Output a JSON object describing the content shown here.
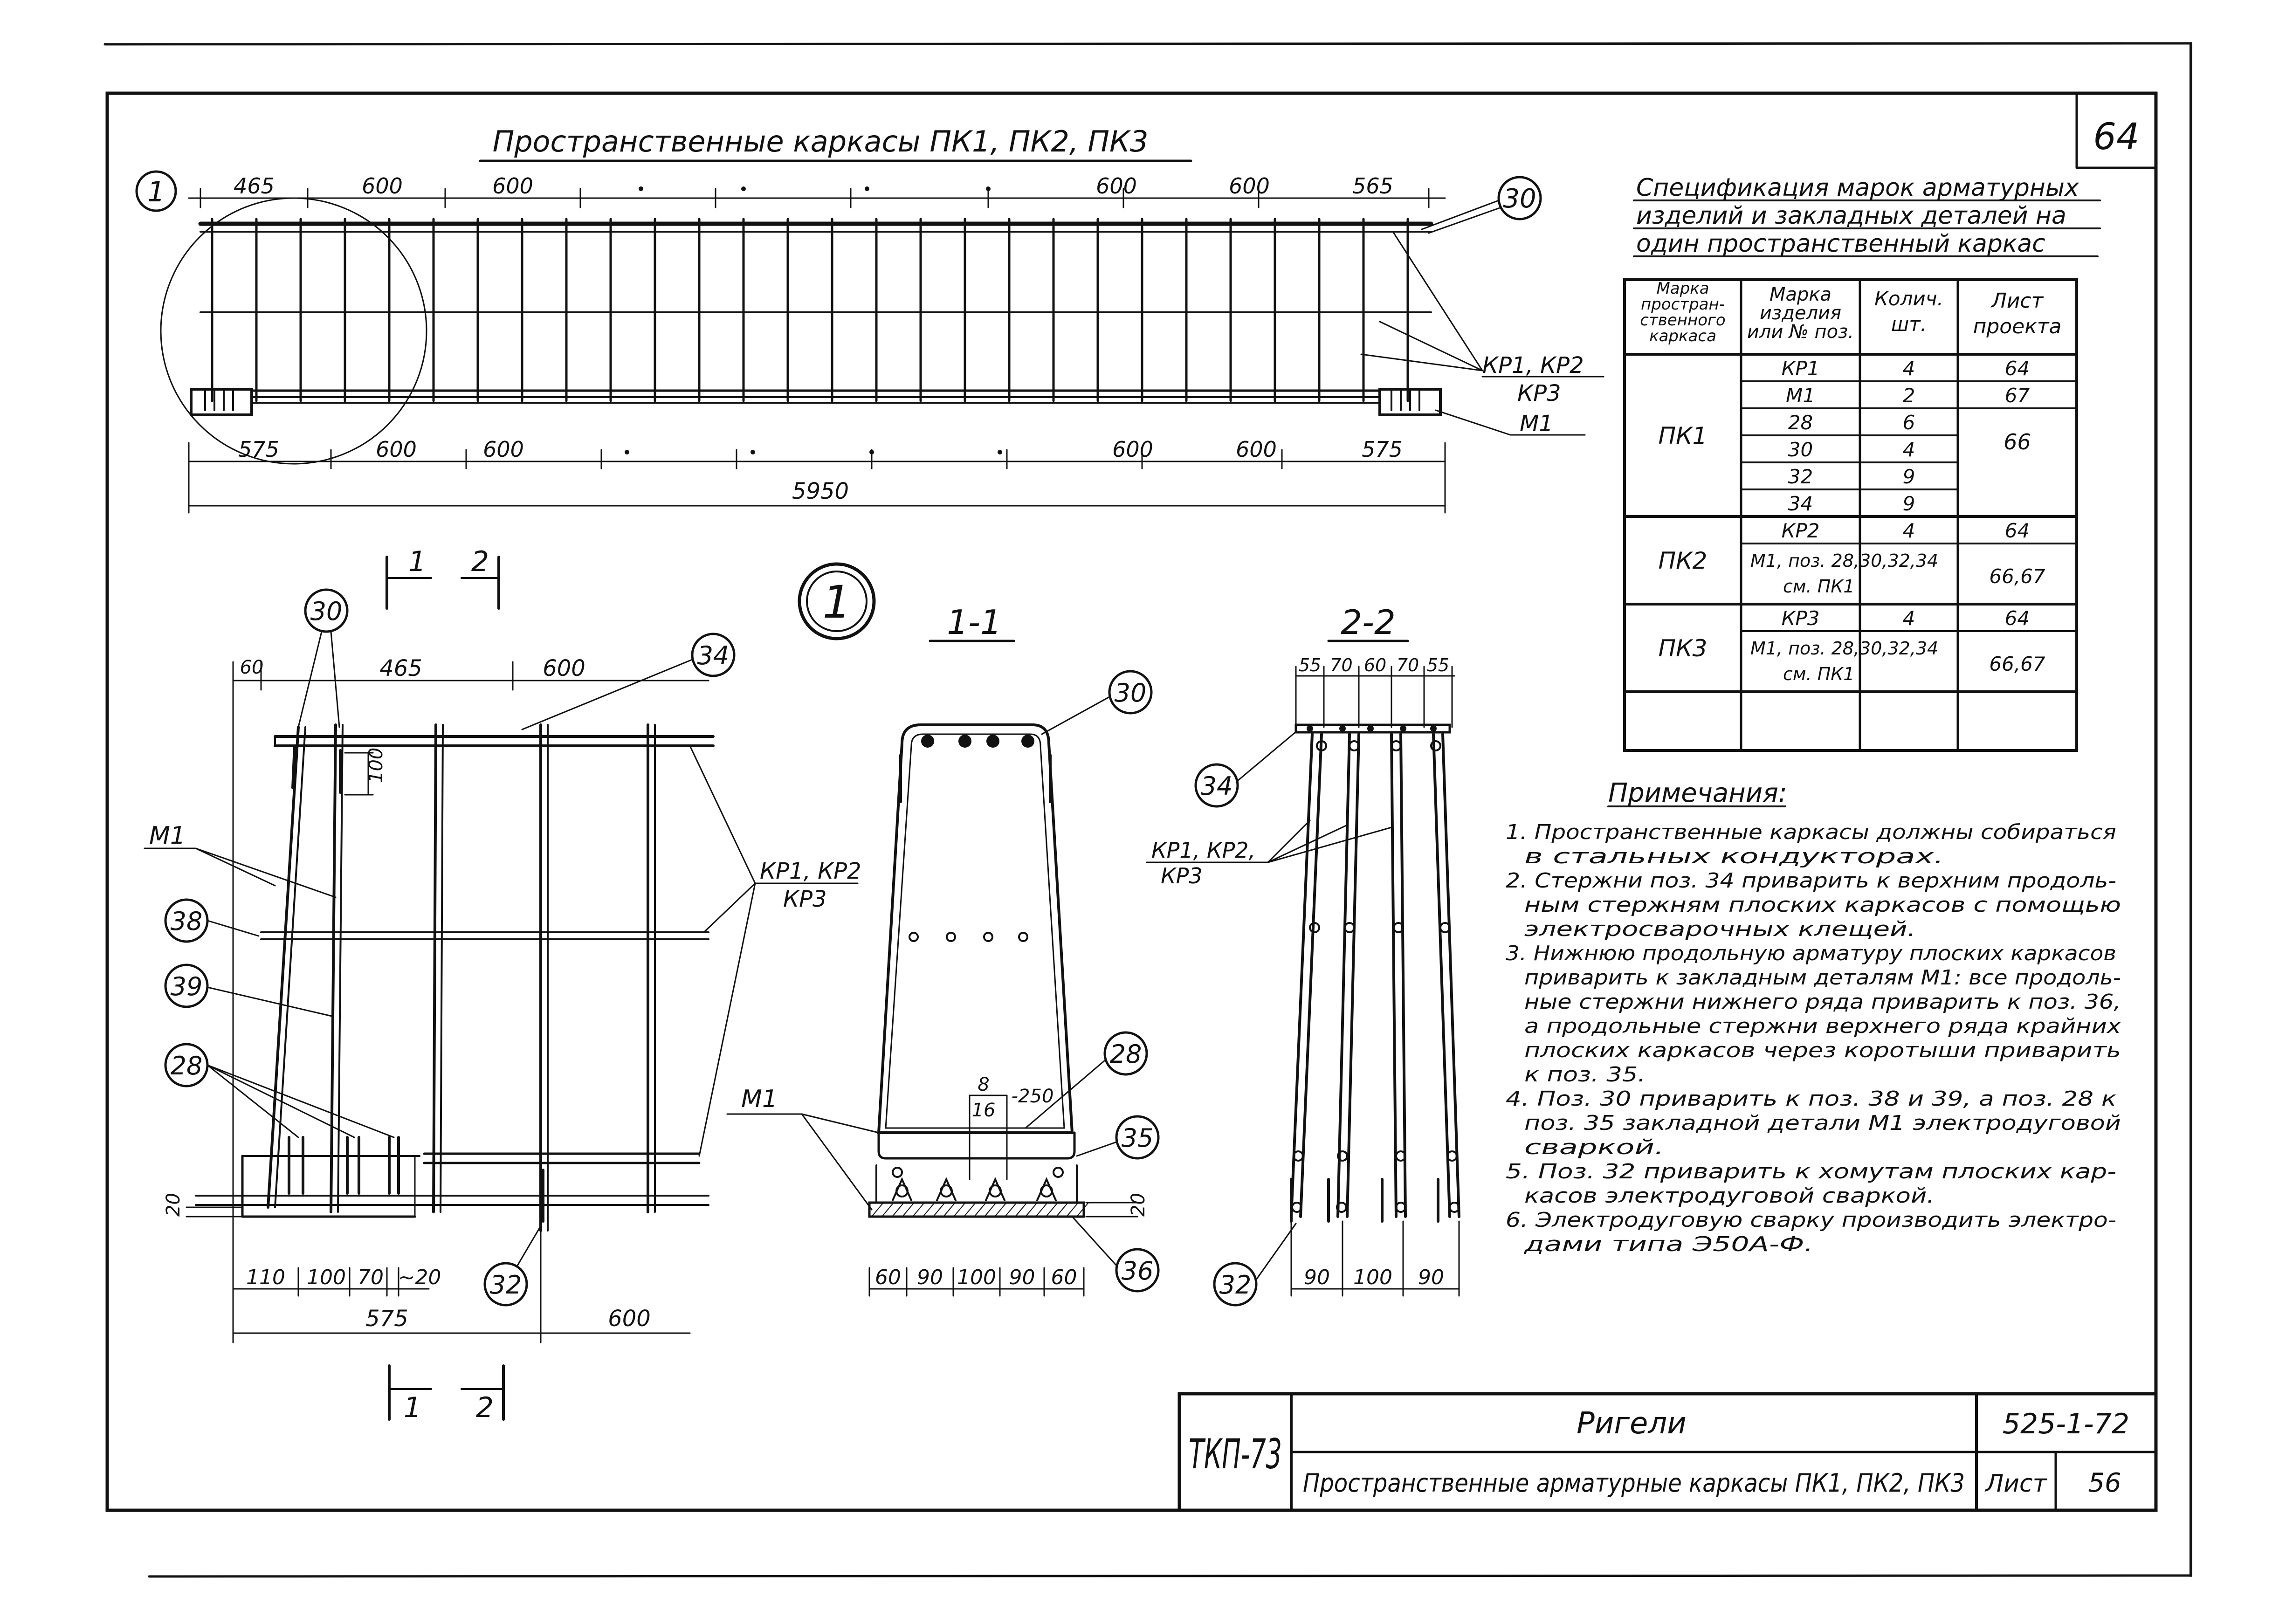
{
  "sheet_number_top": "64",
  "elevation": {
    "title": "Пространственные каркасы ПК1, ПК2, ПК3",
    "top_dims": [
      "465",
      "600",
      "600",
      "600",
      "600",
      "565"
    ],
    "bottom_dims": [
      "575",
      "600",
      "600",
      "600",
      "600",
      "575"
    ],
    "overall_dim": "5950",
    "detail_callout": "1",
    "tag_30": "30",
    "label_kp": "КР1, КР2",
    "label_kp3": "КР3",
    "label_m1": "М1"
  },
  "section_marks": {
    "top_1": "1",
    "top_2": "2",
    "bottom_1": "1",
    "bottom_2": "2"
  },
  "detail": {
    "dims_top": [
      "60",
      "465",
      "600"
    ],
    "dim_100": "100",
    "dim_20": "20",
    "dims_bottom": [
      "110",
      "100",
      "70",
      "~20"
    ],
    "dims_bottom2": [
      "575",
      "600"
    ],
    "label_m1": "М1",
    "label_kp": "КР1, КР2",
    "label_kp3": "КР3",
    "tags": [
      "30",
      "34",
      "38",
      "39",
      "28",
      "32"
    ]
  },
  "big_callout": "1",
  "section_1_1": {
    "title": "1-1",
    "tags": [
      "30",
      "28",
      "35",
      "36"
    ],
    "label_m1": "М1",
    "dim_8": "8",
    "dim_16": "16",
    "dim_250": "-250",
    "dim_20": "20",
    "dims_bottom": [
      "60",
      "90",
      "100",
      "90",
      "60"
    ]
  },
  "section_2_2": {
    "title": "2-2",
    "dims_top": [
      "55",
      "70",
      "60",
      "70",
      "55"
    ],
    "tags": [
      "34",
      "32"
    ],
    "label_kp": "КР1, КР2,",
    "label_kp3": "КР3",
    "dims_bottom": [
      "90",
      "100",
      "90"
    ]
  },
  "spec": {
    "title_lines": [
      "Спецификация марок арматурных",
      "изделий и закладных деталей на",
      "один пространственный каркас"
    ],
    "headers": [
      [
        "Марка",
        "простран-",
        "ственного",
        "каркаса"
      ],
      [
        "Марка",
        "изделия",
        "или № поз."
      ],
      [
        "Колич.",
        "шт."
      ],
      [
        "Лист",
        "проекта"
      ]
    ],
    "groups": [
      {
        "mark": "ПК1",
        "rows": [
          {
            "item": "КР1",
            "qty": "4",
            "sheet": "64"
          },
          {
            "item": "М1",
            "qty": "2",
            "sheet": "67"
          },
          {
            "item": "28",
            "qty": "6",
            "sheet": ""
          },
          {
            "item": "30",
            "qty": "4",
            "sheet": "66"
          },
          {
            "item": "32",
            "qty": "9",
            "sheet": ""
          },
          {
            "item": "34",
            "qty": "9",
            "sheet": ""
          }
        ]
      },
      {
        "mark": "ПК2",
        "rows": [
          {
            "item": "КР2",
            "qty": "4",
            "sheet": "64"
          }
        ],
        "note_lines": [
          "М1, поз. 28,30,32,34",
          "см. ПК1"
        ],
        "note_sheet": "66,67"
      },
      {
        "mark": "ПК3",
        "rows": [
          {
            "item": "КР3",
            "qty": "4",
            "sheet": "64"
          }
        ],
        "note_lines": [
          "М1, поз. 28,30,32,34",
          "см. ПК1"
        ],
        "note_sheet": "66,67"
      }
    ]
  },
  "notes": {
    "title": "Примечания:",
    "lines": [
      "1. Пространственные каркасы должны собираться",
      "   в стальных кондукторах.",
      "2. Стержни поз. 34 приварить к верхним продоль-",
      "   ным стержням плоских каркасов с помощью",
      "   электросварочных клещей.",
      "3. Нижнюю продольную арматуру плоских каркасов",
      "   приварить к закладным деталям М1: все продоль-",
      "   ные стержни нижнего ряда приварить к поз. 36,",
      "   а продольные стержни верхнего ряда крайних",
      "   плоских каркасов через коротыши приварить",
      "   к поз. 35.",
      "4. Поз. 30 приварить к поз. 38 и 39, а поз. 28 к",
      "   поз. 35 закладной детали М1 электродуговой",
      "   сваркой.",
      "5. Поз. 32 приварить к хомутам плоских кар-",
      "   касов электродуговой сваркой.",
      "6. Электродуговую сварку производить электро-",
      "   дами типа Э50А-Ф."
    ]
  },
  "title_block": {
    "series": "ТКП-73",
    "name": "Ригели",
    "code": "525-1-72",
    "subtitle": "Пространственные арматурные каркасы ПК1, ПК2, ПК3",
    "sheet_label": "Лист",
    "sheet_no": "56"
  }
}
